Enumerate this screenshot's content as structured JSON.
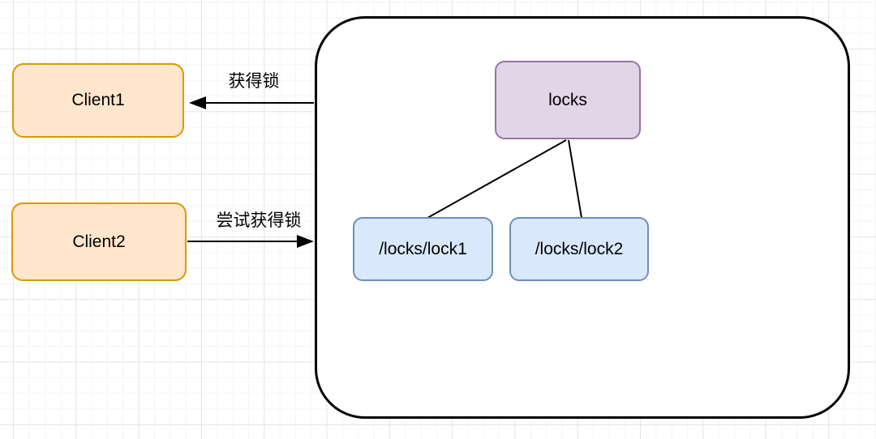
{
  "diagram": {
    "title": "zookeeper-distributed-lock-diagram",
    "clients": [
      {
        "id": "client1",
        "label": "Client1"
      },
      {
        "id": "client2",
        "label": "Client2"
      }
    ],
    "zookeeper": {
      "root_node": {
        "label": "locks"
      },
      "child_nodes": [
        {
          "label": "/locks/lock1"
        },
        {
          "label": "/locks/lock2"
        }
      ]
    },
    "edges": [
      {
        "from": "zookeeper-container",
        "to": "client1",
        "label": "获得锁",
        "direction": "left"
      },
      {
        "from": "client2",
        "to": "zookeeper-container",
        "label": "尝试获得锁",
        "direction": "right"
      },
      {
        "from": "locks",
        "to": "/locks/lock1",
        "label": ""
      },
      {
        "from": "locks",
        "to": "/locks/lock2",
        "label": ""
      }
    ],
    "colors": {
      "client-fill": "#ffe6cc",
      "client-stroke": "#d79b00",
      "root-fill": "#e1d5e7",
      "root-stroke": "#9673a6",
      "child-fill": "#dae8fc",
      "child-stroke": "#6c8ebf",
      "container-stroke": "#000000",
      "edge-stroke": "#000000",
      "grid-major": "#e4e4e4",
      "grid-minor": "#f4f4f4"
    }
  }
}
